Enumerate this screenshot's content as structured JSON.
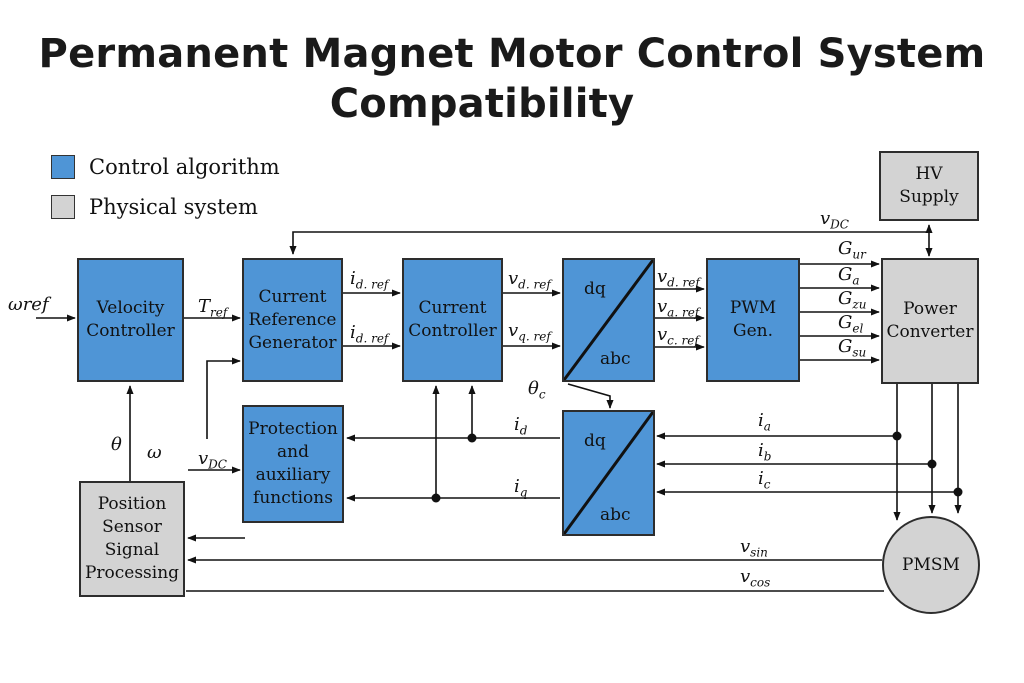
{
  "title": {
    "line1": "Permanent Magnet Motor Control System",
    "line2": "Compatibility"
  },
  "legend": [
    {
      "label": "Control algorithm",
      "color": "#4f95d6"
    },
    {
      "label": "Physical system",
      "color": "#d3d3d3"
    }
  ],
  "colors": {
    "control": "#4f95d6",
    "physical": "#d3d3d3",
    "line": "#111111"
  },
  "blocks": {
    "velocity_controller": "Velocity\nController",
    "current_reference_generator": "Current\nReference\nGenerator",
    "current_controller": "Current\nController",
    "pwm_gen": "PWM\nGen.",
    "protection": "Protection\nand\nauxiliary\nfunctions",
    "position_sensor": "Position\nSensor\nSignal\nProcessing",
    "hv_supply": "HV\nSupply",
    "power_converter": "Power\nConverter",
    "pmsm": "PMSM"
  },
  "transforms": {
    "upper": {
      "top": "dq",
      "bottom": "abc"
    },
    "lower": {
      "top": "dq",
      "bottom": "abc"
    }
  },
  "signals": {
    "omega_ref": {
      "main": "ω",
      "sub": "ref"
    },
    "t_ref": {
      "main": "T",
      "sub": "ref"
    },
    "id_ref": {
      "main": "i",
      "sub": "d. ref"
    },
    "iq_ref": {
      "main": "i",
      "sub": "d. ref"
    },
    "vd_ref": {
      "main": "v",
      "sub": "d. ref"
    },
    "vq_ref": {
      "main": "v",
      "sub": "q. ref"
    },
    "va_ref": {
      "main": "v",
      "sub": "a. ref"
    },
    "vc_ref": {
      "main": "v",
      "sub": "c. ref"
    },
    "vd_ref2": {
      "main": "v",
      "sub": "d. ref"
    },
    "theta": {
      "main": "θ",
      "sub": ""
    },
    "omega": {
      "main": "ω",
      "sub": ""
    },
    "v_dc_left": {
      "main": "v",
      "sub": "DC"
    },
    "v_dc_top": {
      "main": "v",
      "sub": "DC"
    },
    "theta_c": {
      "main": "θ",
      "sub": "c"
    },
    "i_d": {
      "main": "i",
      "sub": "d"
    },
    "i_q": {
      "main": "i",
      "sub": "q"
    },
    "i_a": {
      "main": "i",
      "sub": "a"
    },
    "i_b": {
      "main": "i",
      "sub": "b"
    },
    "i_c": {
      "main": "i",
      "sub": "c"
    },
    "g_ur": {
      "main": "G",
      "sub": "ur"
    },
    "g_a": {
      "main": "G",
      "sub": "a"
    },
    "g_zu": {
      "main": "G",
      "sub": "zu"
    },
    "g_el": {
      "main": "G",
      "sub": "el"
    },
    "g_su": {
      "main": "G",
      "sub": "su"
    },
    "v_sin": {
      "main": "v",
      "sub": "sin"
    },
    "v_cos": {
      "main": "v",
      "sub": "cos"
    }
  }
}
